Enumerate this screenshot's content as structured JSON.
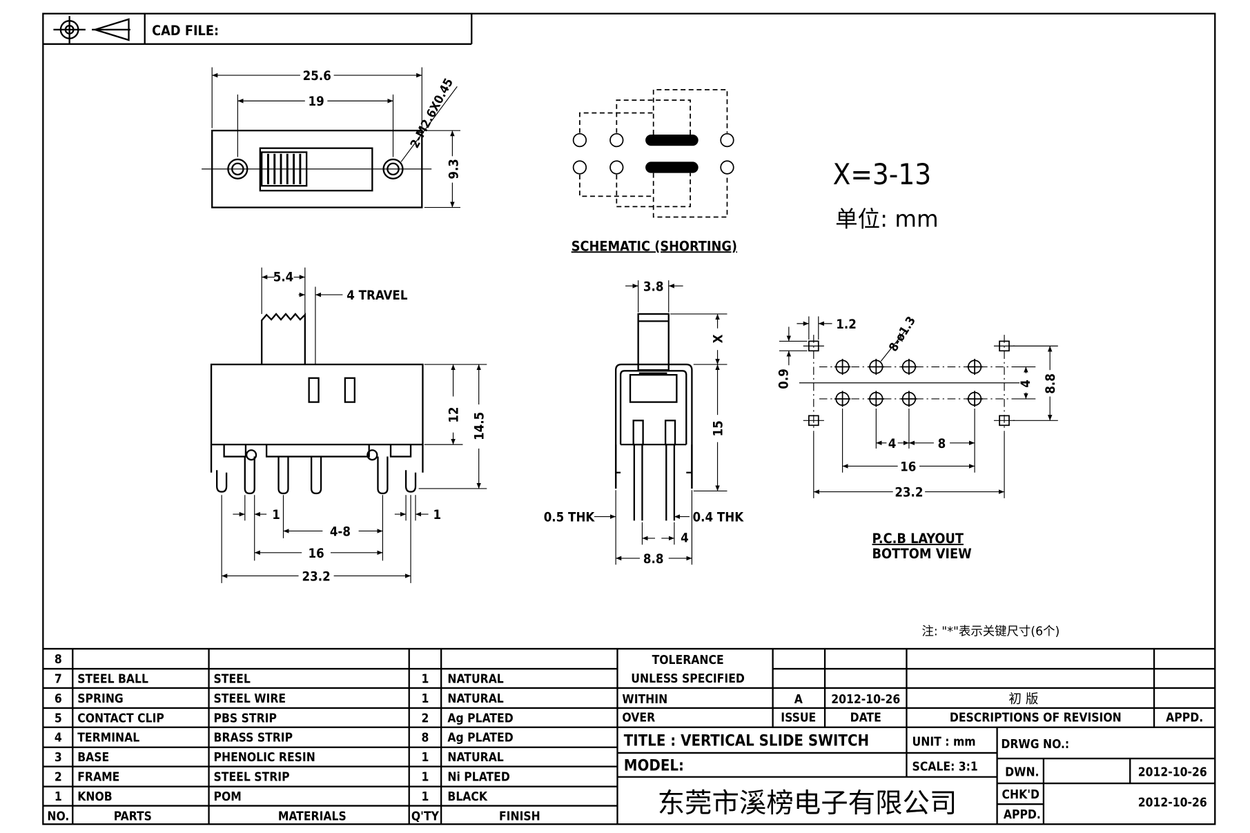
{
  "header": {
    "cad_file": "CAD FILE:"
  },
  "top_view": {
    "dim_overall": "25.6",
    "dim_holes": "19",
    "dim_mount": "2-M2.6X0.45",
    "dim_height": "9.3"
  },
  "schematic": {
    "caption": "SCHEMATIC (SHORTING)"
  },
  "spec": {
    "x_range": "X=3-13",
    "unit_label": "单位: mm"
  },
  "side_view": {
    "dim_knob": "5.4",
    "dim_travel": "4 TRAVEL",
    "dim_12": "12",
    "dim_145": "14.5",
    "dim_1a": "1",
    "dim_1b": "1",
    "dim_48": "4-8",
    "dim_16": "16",
    "dim_232": "23.2"
  },
  "end_view": {
    "dim_38": "3.8",
    "dim_x": "X",
    "dim_15": "15",
    "thk_left": "0.5 THK",
    "thk_right": "0.4 THK",
    "dim_4": "4",
    "dim_88": "8.8"
  },
  "pcb": {
    "dim_12": "1.2",
    "dim_holes": "8-ø1.3",
    "dim_09": "0.9",
    "dim_4v": "4",
    "dim_88": "8.8",
    "dim_4": "4",
    "dim_8": "8",
    "dim_16": "16",
    "dim_232": "23.2",
    "caption1": "P.C.B LAYOUT",
    "caption2": "BOTTOM VIEW"
  },
  "note": "注: \"*\"表示关键尺寸(6个)",
  "bom": {
    "rows": [
      {
        "no": "8",
        "part": "",
        "material": "",
        "qty": "",
        "finish": ""
      },
      {
        "no": "7",
        "part": "STEEL BALL",
        "material": "STEEL",
        "qty": "1",
        "finish": "NATURAL"
      },
      {
        "no": "6",
        "part": "SPRING",
        "material": "STEEL WIRE",
        "qty": "1",
        "finish": "NATURAL"
      },
      {
        "no": "5",
        "part": "CONTACT CLIP",
        "material": "PBS STRIP",
        "qty": "2",
        "finish": "Ag PLATED"
      },
      {
        "no": "4",
        "part": "TERMINAL",
        "material": "BRASS STRIP",
        "qty": "8",
        "finish": "Ag PLATED"
      },
      {
        "no": "3",
        "part": "BASE",
        "material": "PHENOLIC RESIN",
        "qty": "1",
        "finish": "NATURAL"
      },
      {
        "no": "2",
        "part": "FRAME",
        "material": "STEEL STRIP",
        "qty": "1",
        "finish": "Ni PLATED"
      },
      {
        "no": "1",
        "part": "KNOB",
        "material": "POM",
        "qty": "1",
        "finish": "BLACK"
      }
    ],
    "headers": {
      "no": "NO.",
      "part": "PARTS",
      "material": "MATERIALS",
      "qty": "Q'TY",
      "finish": "FINISH"
    }
  },
  "title_block": {
    "tol1": "TOLERANCE",
    "tol2": "UNLESS SPECIFIED",
    "within": "WITHIN",
    "over": "OVER",
    "rev_issue": "A",
    "rev_date": "2012-10-26",
    "rev_desc": "初 版",
    "h_issue": "ISSUE",
    "h_date": "DATE",
    "h_desc": "DESCRIPTIONS OF REVISION",
    "h_appd": "APPD.",
    "title": "TITLE : VERTICAL SLIDE SWITCH",
    "unit": "UNIT : mm",
    "drwg_no": "DRWG NO.:",
    "model": "MODEL:",
    "scale": "SCALE: 3:1",
    "dwn": "DWN.",
    "dwn_date": "2012-10-26",
    "company": "东莞市溪榜电子有限公司",
    "chkd": "CHK'D",
    "appd": "APPD.",
    "appd_date": "2012-10-26"
  }
}
